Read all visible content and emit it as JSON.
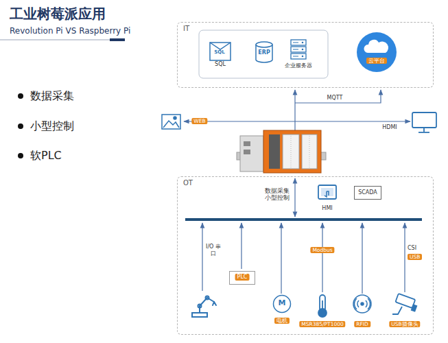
{
  "diagram": {
    "title": "工业树莓派应用",
    "nodes": [
      {
        "text": [
          "IT"
        ]
      },
      {
        "text": [
          "SQL"
        ],
        "in": 0
      },
      {
        "text": [
          "ERP"
        ],
        "in": 0
      },
      {
        "text": [
          "企业服务器"
        ],
        "in": 0
      },
      {
        "text": [
          "云平台"
        ],
        "in": 0
      },
      {
        "text": [
          "OT"
        ]
      },
      {
        "text": [
          "HMI"
        ],
        "in": 5
      },
      {
        "text": [
          "SCADA"
        ],
        "in": 5
      },
      {
        "text": [
          "PLC"
        ],
        "in": 5
      },
      {
        "text": [
          "M",
          "电机"
        ],
        "in": 5
      }
    ],
    "labels": [
      "Revolution Pi VS Raspberry Pi",
      "数据采集",
      "小型控制",
      "软PLC",
      "SQL",
      "MQTT",
      "WEB",
      "HDMI",
      "数据采集 小型控制",
      "I/O 串口",
      "Modbus",
      "MSR385/PT1000",
      "RFID",
      "CSI",
      "USB",
      "USB摄像头"
    ]
  }
}
